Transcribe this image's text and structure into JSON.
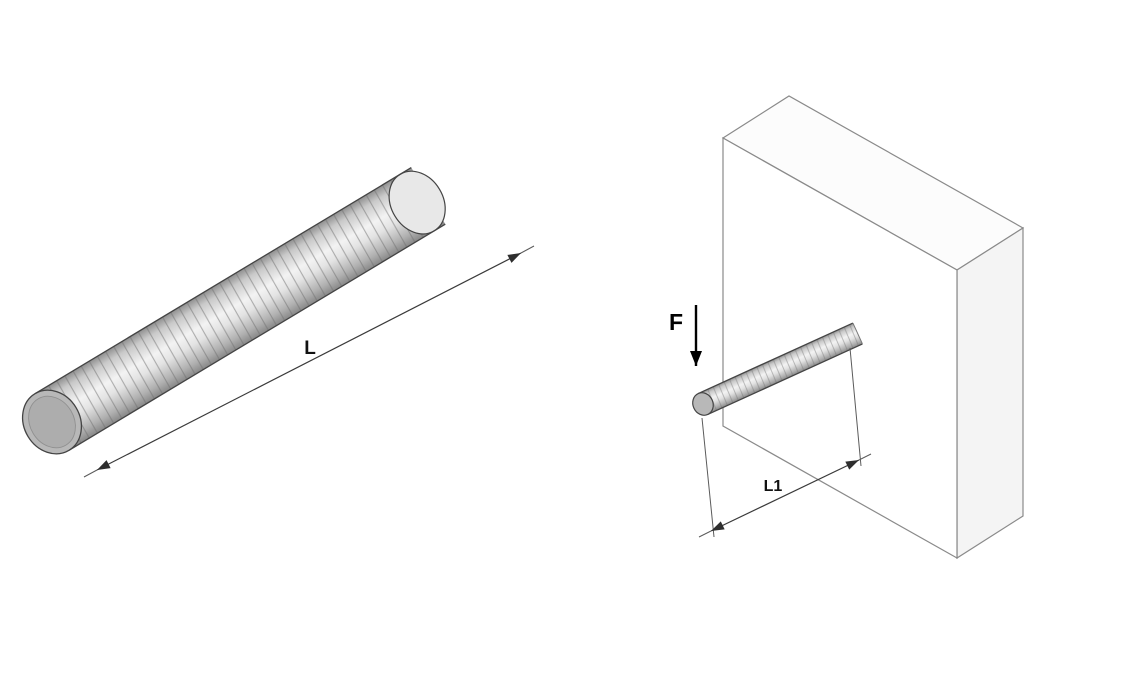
{
  "figure": {
    "left": {
      "dimension_label": "L"
    },
    "right": {
      "force_label": "F",
      "dimension_label": "L1"
    },
    "colors": {
      "background": "#ffffff",
      "rod_outline": "#444444",
      "wall_outline": "#8a8a8a",
      "end_cap": "#b8b8b8",
      "end_cap_inner": "#adadad",
      "far_end_cap": "#e8e8e8",
      "rod_highlight": "#f3f3f3",
      "rod_shadow": "#878787",
      "dimension_line": "#3a3a3a",
      "label_text": "#111111"
    }
  }
}
